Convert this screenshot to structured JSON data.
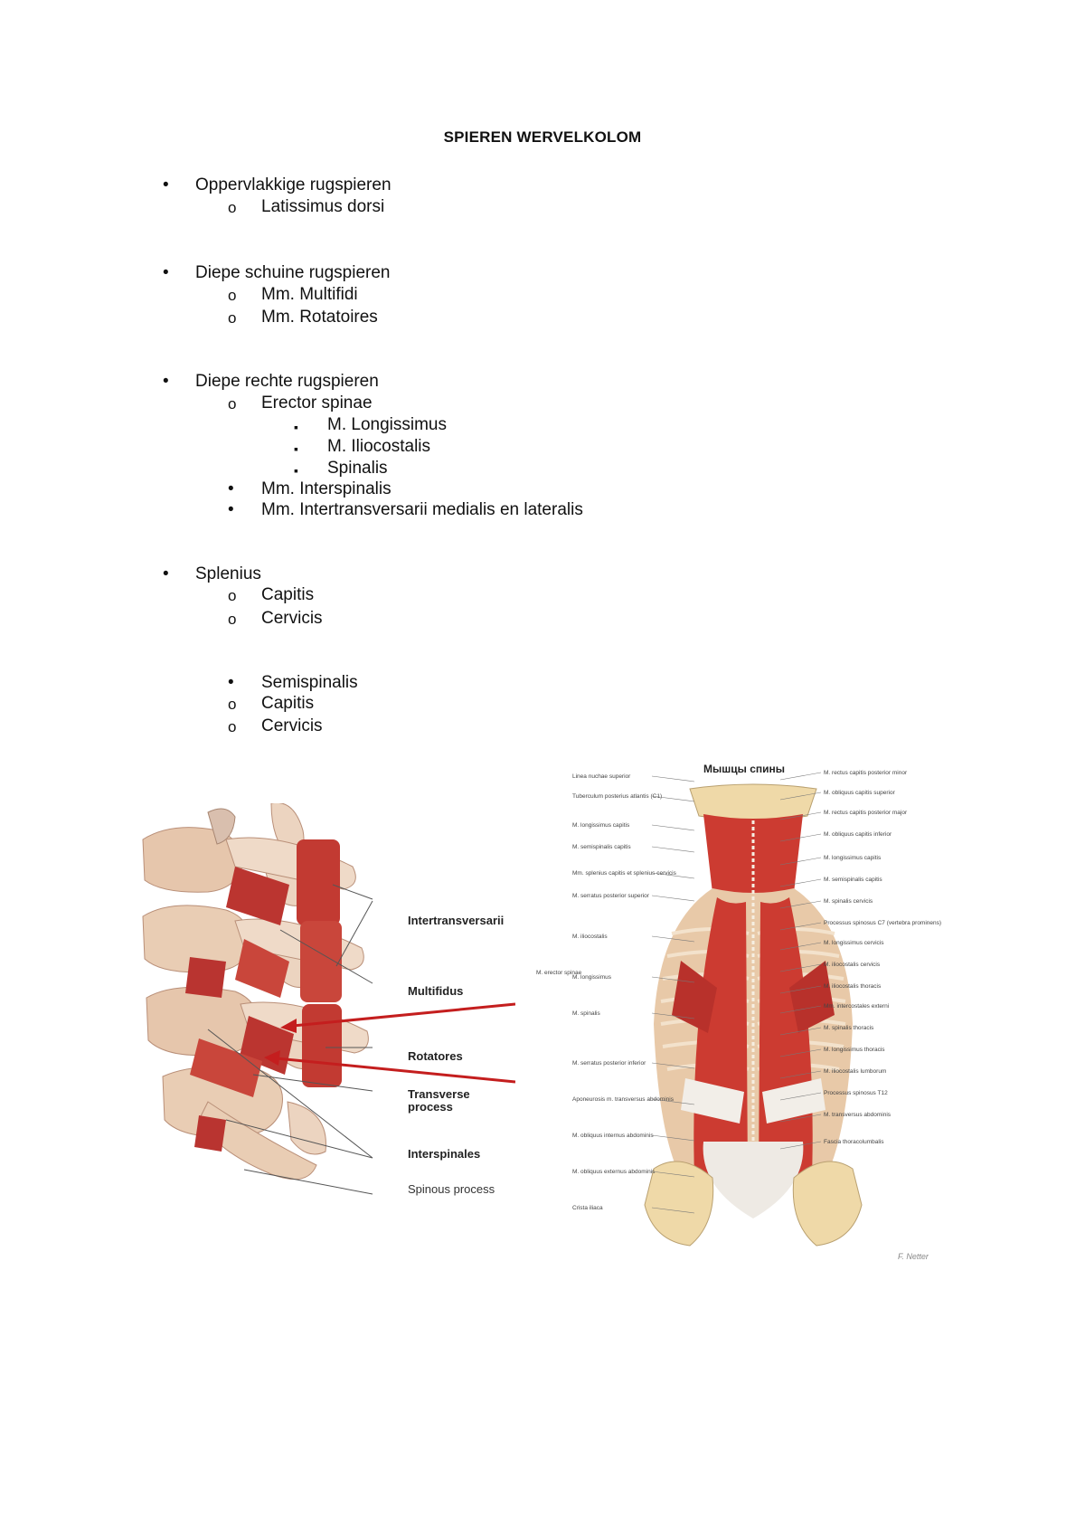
{
  "document": {
    "title": "SPIEREN WERVELKOLOM",
    "bullets": {
      "disc": "•",
      "circle": "o",
      "square": "▪"
    },
    "list": [
      {
        "level": 1,
        "marker": "disc",
        "text": "Oppervlakkige rugspieren"
      },
      {
        "level": 2,
        "marker": "circle",
        "text": "Latissimus dorsi"
      },
      {
        "level": 1,
        "marker": "disc",
        "text": "Diepe schuine rugspieren"
      },
      {
        "level": 2,
        "marker": "circle",
        "text": "Mm. Multifidi"
      },
      {
        "level": 2,
        "marker": "circle",
        "text": "Mm. Rotatoires"
      },
      {
        "level": 1,
        "marker": "disc",
        "text": "Diepe rechte rugspieren"
      },
      {
        "level": 2,
        "marker": "circle",
        "text": "Erector spinae"
      },
      {
        "level": 3,
        "marker": "square",
        "text": "M. Longissimus"
      },
      {
        "level": 3,
        "marker": "square",
        "text": "M. Iliocostalis"
      },
      {
        "level": 3,
        "marker": "square",
        "text": "Spinalis"
      },
      {
        "level": 2,
        "marker": "disc",
        "text": "Mm. Interspinalis"
      },
      {
        "level": 2,
        "marker": "disc",
        "text": "Mm. Intertransversarii medialis en lateralis"
      },
      {
        "level": 1,
        "marker": "disc",
        "text": "Splenius"
      },
      {
        "level": 2,
        "marker": "circle",
        "text": "Capitis"
      },
      {
        "level": 2,
        "marker": "circle",
        "text": "Cervicis"
      },
      {
        "level": 2,
        "marker": "disc",
        "text": "Semispinalis"
      },
      {
        "level": 2,
        "marker": "circle",
        "text": "Capitis"
      },
      {
        "level": 2,
        "marker": "circle",
        "text": "Cervicis"
      }
    ]
  },
  "figure_left": {
    "labels": {
      "intertransversarii": "Intertransversarii",
      "multifidus": "Multifidus",
      "rotatores": "Rotatores",
      "transverse_process_line1": "Transverse",
      "transverse_process_line2": "process",
      "interspinales": "Interspinales",
      "spinous_process": "Spinous process"
    },
    "colors": {
      "bone": "#e9cdb4",
      "muscle": "#c23a32",
      "arrow": "#c41e1e"
    }
  },
  "figure_right": {
    "title": "Мышцы спины",
    "labels_left": [
      "Linea nuchae superior",
      "Tuberculum posterius atlantis (C1)",
      "M. longissimus capitis",
      "M. semispinalis capitis",
      "Mm. splenius capitis et splenius cervicis",
      "M. serratus posterior superior",
      "M. iliocostalis",
      "M. longissimus",
      "M. spinalis",
      "M. erector spinae",
      "M. serratus posterior inferior",
      "Aponeurosis m. transversus abdominis",
      "M. obliquus internus abdominis",
      "M. obliquus externus abdominis",
      "Crista iliaca"
    ],
    "labels_right": [
      "M. rectus capitis posterior minor",
      "M. obliquus capitis superior",
      "M. rectus capitis posterior major",
      "M. obliquus capitis inferior",
      "M. longissimus capitis",
      "M. semispinalis capitis",
      "M. spinalis cervicis",
      "Processus spinosus C7 (vertebra prominens)",
      "M. longissimus cervicis",
      "M. iliocostalis cervicis",
      "M. iliocostalis thoracis",
      "Mm. intercostales externi",
      "M. spinalis thoracis",
      "M. longissimus thoracis",
      "M. iliocostalis lumborum",
      "Processus spinosus T12",
      "M. transversus abdominis",
      "Fascia thoracolumbalis"
    ],
    "signature": "F. Netter",
    "colors": {
      "bone": "#efd9a8",
      "muscle": "#cc3b31",
      "tendon": "#f2eee8",
      "rib": "#e8c9a8"
    }
  }
}
